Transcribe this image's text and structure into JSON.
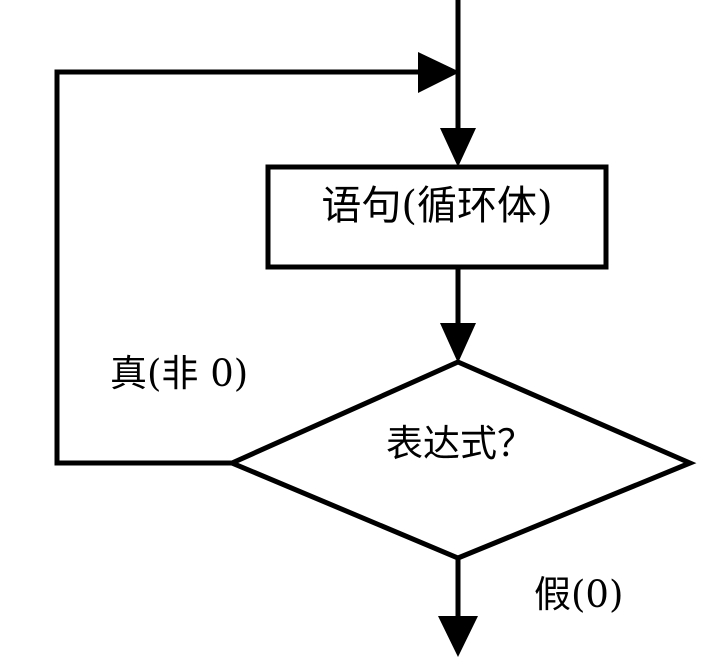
{
  "diagram": {
    "title": "while-loop flowchart",
    "type": "flowchart",
    "background_color": "#ffffff",
    "stroke_color": "#000000",
    "nodes": {
      "statement_box": {
        "shape": "rectangle",
        "label": "语句(循环体)"
      },
      "decision": {
        "shape": "diamond",
        "label": "表达式？"
      }
    },
    "edges": {
      "true_branch": {
        "label": "真(非 0)"
      },
      "false_branch": {
        "label": "假(0)"
      }
    }
  }
}
